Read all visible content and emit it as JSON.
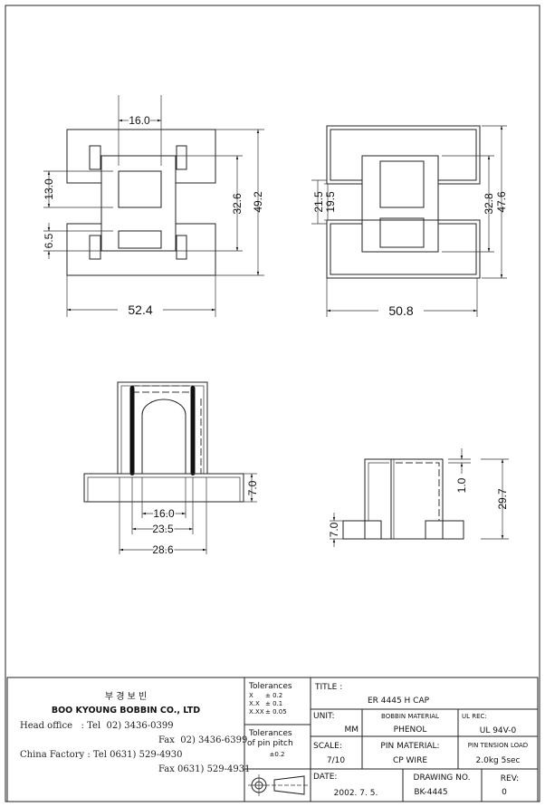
{
  "views": {
    "top_left": {
      "d_width_inner": "16.0",
      "d_window": "13.0",
      "d_slot": "6.5",
      "d_pin_span": "32.6",
      "d_height": "49.2",
      "d_width": "52.4"
    },
    "top_right": {
      "d_gap_outer": "21.5",
      "d_gap_inner": "19.5",
      "d_inner": "32.8",
      "d_height": "47.6",
      "d_width": "50.8"
    },
    "bottom_left": {
      "d_arch": "16.0",
      "d_pins": "23.5",
      "d_body": "28.6",
      "d_flange": "7.0"
    },
    "bottom_right": {
      "d_top": "1.0",
      "d_height": "29.7",
      "d_foot": "7.0"
    }
  },
  "title_block": {
    "company_korean": "부 경 보 빈",
    "company": "BOO KYOUNG BOBBIN CO., LTD",
    "head_office": "Head office   : Tel  02) 3436-0399",
    "head_fax": "Fax  02) 3436-6399",
    "china_factory": "China Factory : Tel 0631) 529-4930",
    "china_fax": "Fax 0631) 529-4931",
    "tolerances_label": "Tolerances",
    "tol_rows": [
      [
        "X",
        "± 0.2"
      ],
      [
        "X.X",
        "± 0.1"
      ],
      [
        "X.XX",
        "± 0.05"
      ]
    ],
    "pin_tol_label1": "Tolerances",
    "pin_tol_label2": "of pin pitch",
    "pin_tol_value": "±0.2",
    "title_label": "TITLE :",
    "title": "ER 4445 H CAP",
    "unit_label": "UNIT:",
    "unit": "MM",
    "bobbin_material_label": "BOBBIN MATERIAL",
    "bobbin_material": "PHENOL",
    "ul_label": "UL REC:",
    "ul": "UL 94V-0",
    "scale_label": "SCALE:",
    "scale": "7/10",
    "pin_material_label": "PIN MATERIAL:",
    "pin_material": "CP WIRE",
    "pin_tension_label": "PIN TENSION LOAD",
    "pin_tension": "2.0kg 5sec",
    "date_label": "DATE:",
    "date": "2002. 7. 5.",
    "drawing_no_label": "DRAWING NO.",
    "drawing_no": "BK-4445",
    "rev_label": "REV:",
    "rev": "0"
  }
}
